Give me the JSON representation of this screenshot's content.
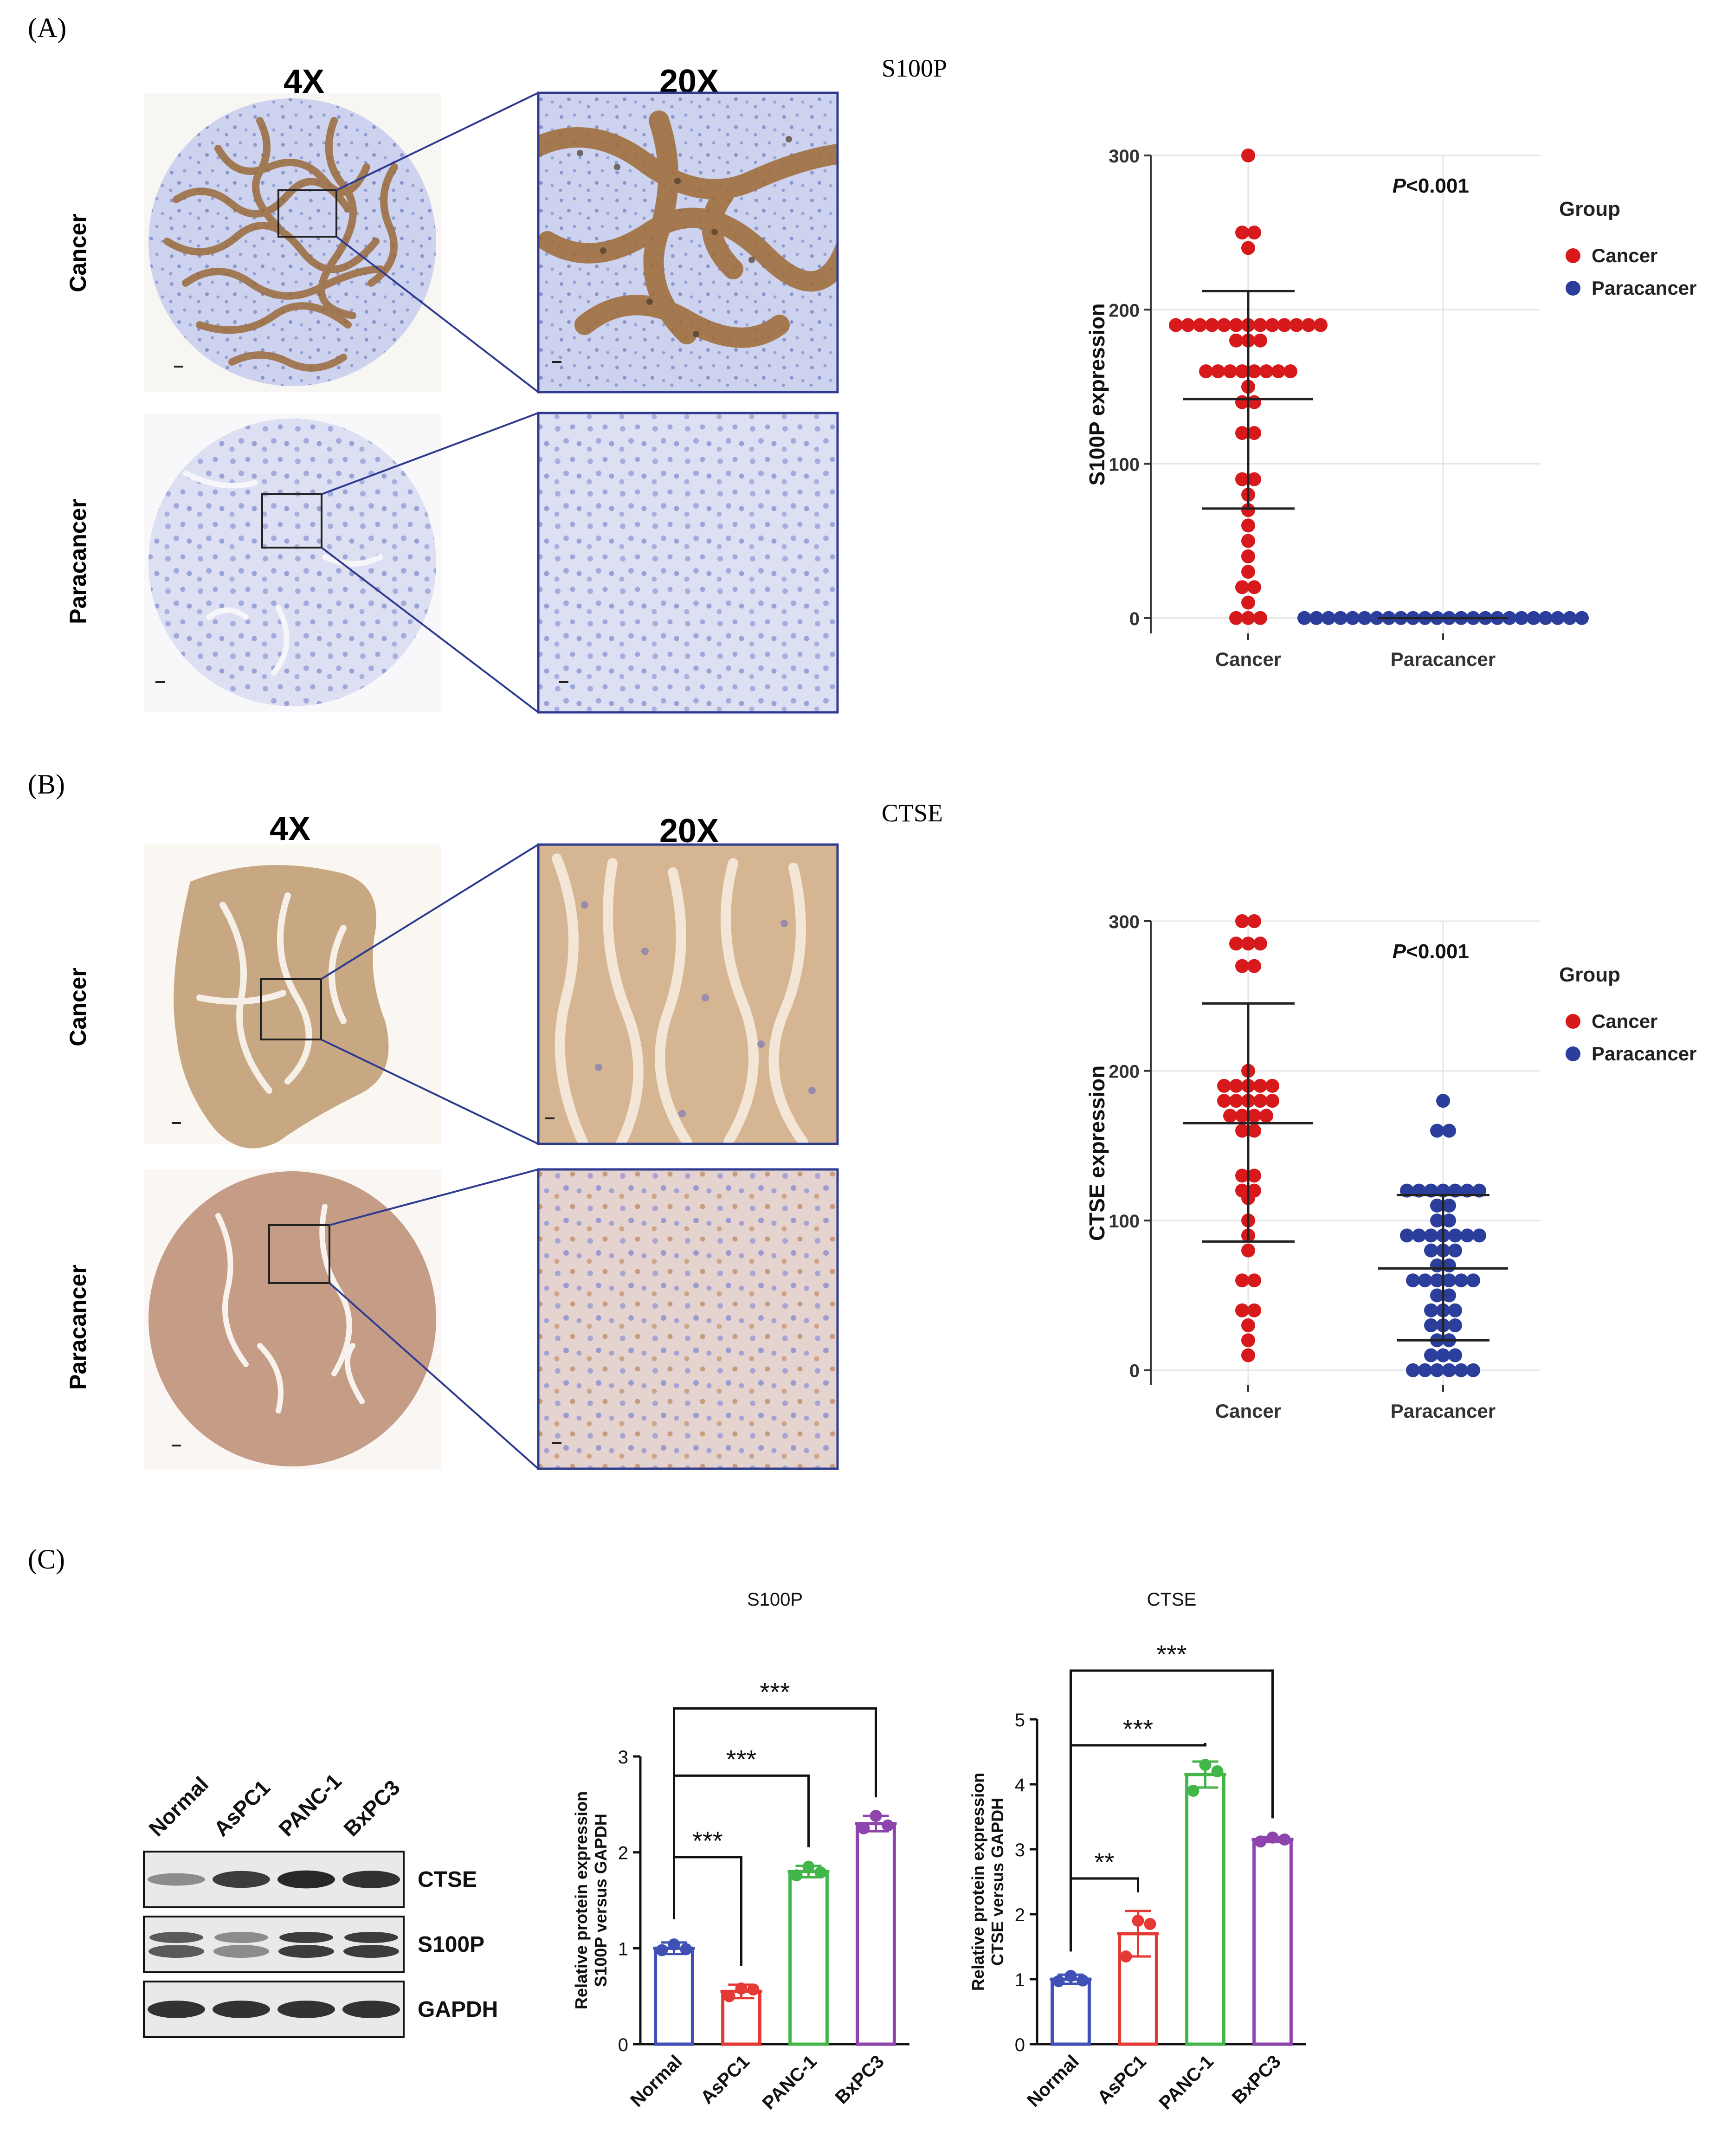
{
  "panels": [
    {
      "letter": "(A)",
      "marker": "S100P",
      "mag_low": "4X",
      "mag_high": "20X",
      "row_labels": [
        "Cancer",
        "Paracancer"
      ]
    },
    {
      "letter": "(B)",
      "marker": "CTSE",
      "mag_low": "4X",
      "mag_high": "20X",
      "row_labels": [
        "Cancer",
        "Paracancer"
      ]
    },
    {
      "letter": "(C)"
    }
  ],
  "western_blot": {
    "lanes": [
      "Normal",
      "AsPC1",
      "PANC-1",
      "BxPC3"
    ],
    "bands": [
      {
        "label": "CTSE",
        "intensity": [
          0.45,
          0.85,
          0.95,
          0.9
        ]
      },
      {
        "label": "S100P",
        "intensity": [
          0.7,
          0.45,
          0.85,
          0.85
        ]
      },
      {
        "label": "GAPDH",
        "intensity": [
          0.9,
          0.9,
          0.9,
          0.9
        ]
      }
    ]
  },
  "colors": {
    "cancer": "#d7191c",
    "paracancer": "#2c3e9b",
    "normal_bar": "#3f51b5",
    "aspc1_bar": "#e53935",
    "panc1_bar": "#43b649",
    "bxpc3_bar": "#8e44ad",
    "tissue_stain": "#b5834f",
    "tissue_hematoxylin": "#9aa4d8"
  },
  "chart_data": [
    {
      "id": "s100p-scatter",
      "type": "scatter",
      "title": "",
      "xlabel": "",
      "ylabel": "S100P expression",
      "categories": [
        "Cancer",
        "Paracancer"
      ],
      "ylim": [
        -10,
        300
      ],
      "yticks": [
        0,
        100,
        200,
        300
      ],
      "grid": true,
      "legend_title": "Group",
      "legend_position": "right",
      "annotation": {
        "italic": "P",
        "text": "<0.001"
      },
      "series": [
        {
          "name": "Cancer",
          "values": [
            300,
            250,
            250,
            240,
            190,
            190,
            190,
            190,
            190,
            190,
            190,
            190,
            190,
            190,
            190,
            190,
            190,
            180,
            180,
            180,
            160,
            160,
            160,
            160,
            160,
            160,
            160,
            160,
            150,
            140,
            140,
            120,
            120,
            90,
            90,
            80,
            70,
            60,
            50,
            40,
            30,
            20,
            20,
            10,
            0,
            0,
            0
          ]
        },
        {
          "name": "Paracancer",
          "values": [
            0,
            0,
            0,
            0,
            0,
            0,
            0,
            0,
            0,
            0,
            0,
            0,
            0,
            0,
            0,
            0,
            0,
            0,
            0,
            0,
            0,
            0,
            0,
            0
          ]
        }
      ],
      "summary": [
        {
          "mean": 142,
          "sd_low": 71,
          "sd_high": 212
        },
        {
          "mean": 0,
          "sd_low": 0,
          "sd_high": 0
        }
      ]
    },
    {
      "id": "ctse-scatter",
      "type": "scatter",
      "title": "",
      "xlabel": "",
      "ylabel": "CTSE expression",
      "categories": [
        "Cancer",
        "Paracancer"
      ],
      "ylim": [
        -10,
        300
      ],
      "yticks": [
        0,
        100,
        200,
        300
      ],
      "grid": true,
      "legend_title": "Group",
      "legend_position": "right",
      "annotation": {
        "italic": "P",
        "text": "<0.001"
      },
      "series": [
        {
          "name": "Cancer",
          "values": [
            300,
            300,
            285,
            285,
            285,
            270,
            270,
            200,
            190,
            190,
            190,
            190,
            190,
            180,
            180,
            180,
            180,
            180,
            170,
            170,
            170,
            170,
            160,
            160,
            130,
            130,
            120,
            120,
            115,
            100,
            90,
            80,
            60,
            60,
            40,
            40,
            30,
            20,
            10
          ]
        },
        {
          "name": "Paracancer",
          "values": [
            180,
            160,
            160,
            120,
            120,
            120,
            120,
            120,
            120,
            120,
            110,
            110,
            100,
            100,
            90,
            90,
            90,
            90,
            90,
            90,
            90,
            80,
            80,
            80,
            70,
            70,
            60,
            60,
            60,
            60,
            60,
            60,
            50,
            50,
            40,
            40,
            40,
            30,
            30,
            30,
            20,
            20,
            10,
            10,
            10,
            0,
            0,
            0,
            0,
            0,
            0
          ]
        }
      ],
      "summary": [
        {
          "mean": 165,
          "sd_low": 86,
          "sd_high": 245
        },
        {
          "mean": 68,
          "sd_low": 20,
          "sd_high": 117
        }
      ]
    },
    {
      "id": "s100p-bar",
      "type": "bar",
      "title": "S100P",
      "xlabel": "",
      "ylabel": "Relative protein expression\nS100P versus GAPDH",
      "categories": [
        "Normal",
        "AsPC1",
        "PANC-1",
        "BxPC3"
      ],
      "values": [
        1.0,
        0.55,
        1.8,
        2.3
      ],
      "error": [
        0.06,
        0.07,
        0.06,
        0.08
      ],
      "points": [
        [
          0.98,
          1.04,
          0.99
        ],
        [
          0.5,
          0.58,
          0.57
        ],
        [
          1.76,
          1.85,
          1.79
        ],
        [
          2.25,
          2.38,
          2.28
        ]
      ],
      "ylim": [
        0,
        3
      ],
      "yticks": [
        0,
        1,
        2,
        3
      ],
      "significance": [
        {
          "from": 0,
          "to": 1,
          "label": "***",
          "y": 1.95
        },
        {
          "from": 0,
          "to": 2,
          "label": "***",
          "y": 2.8
        },
        {
          "from": 0,
          "to": 3,
          "label": "***",
          "y": 3.5
        }
      ]
    },
    {
      "id": "ctse-bar",
      "type": "bar",
      "title": "CTSE",
      "xlabel": "",
      "ylabel": "Relative protein expression\nCTSE versus GAPDH",
      "categories": [
        "Normal",
        "AsPC1",
        "PANC-1",
        "BxPC3"
      ],
      "values": [
        1.0,
        1.7,
        4.15,
        3.15
      ],
      "error": [
        0.07,
        0.35,
        0.2,
        0.04
      ],
      "points": [
        [
          0.97,
          1.05,
          0.98
        ],
        [
          1.35,
          1.9,
          1.85
        ],
        [
          3.9,
          4.3,
          4.2
        ],
        [
          3.12,
          3.18,
          3.15
        ]
      ],
      "ylim": [
        0,
        5
      ],
      "yticks": [
        0,
        1,
        2,
        3,
        4,
        5
      ],
      "significance": [
        {
          "from": 0,
          "to": 1,
          "label": "**",
          "y": 2.55
        },
        {
          "from": 0,
          "to": 2,
          "label": "***",
          "y": 4.6
        },
        {
          "from": 0,
          "to": 3,
          "label": "***",
          "y": 5.75
        }
      ]
    }
  ]
}
